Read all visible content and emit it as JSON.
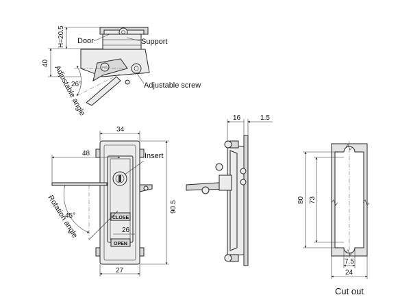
{
  "top_view": {
    "label_door": "Door",
    "label_support": "Support",
    "dim_h": "H=20.5",
    "dim_40": "40",
    "angle_26": "26°",
    "label_adjustable_angle": "Adjustable angle",
    "label_adjustable_screw": "Adjustable screw"
  },
  "front_view": {
    "dim_34": "34",
    "dim_48": "48",
    "label_insert": "Insert",
    "dim_90_5": "90.5",
    "angle_45": "45°",
    "label_rotation_angle": "Rotation angle",
    "plate_close": "CLOSE",
    "dim_26": "26",
    "plate_open": "OPEN",
    "dim_27": "27"
  },
  "side_view": {
    "dim_16": "16",
    "dim_1_5": "1.5"
  },
  "cutout": {
    "dim_80": "80",
    "dim_73": "73",
    "dim_7_5": "7.5",
    "dim_24": "24",
    "caption": "Cut out"
  }
}
